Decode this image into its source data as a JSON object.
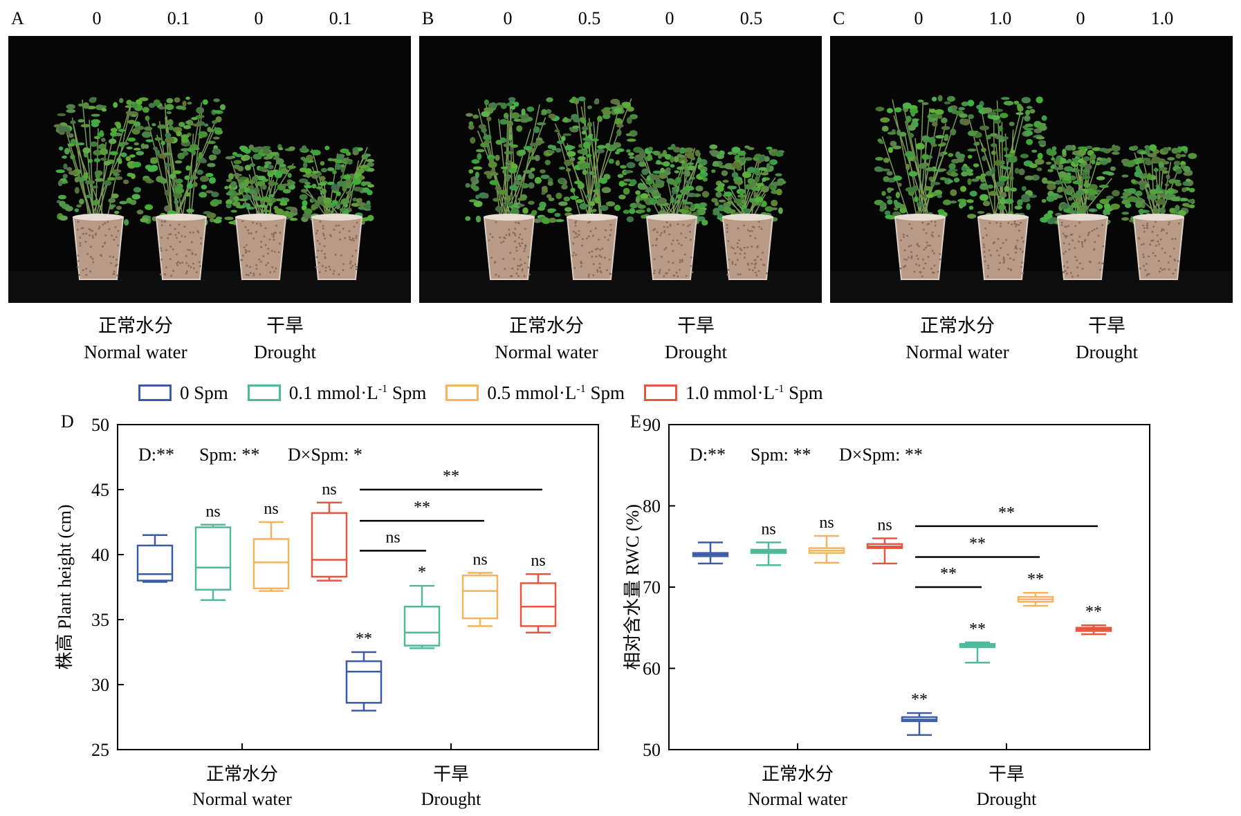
{
  "photos": {
    "panels": [
      {
        "letter": "A",
        "doses": [
          "0",
          "0.1",
          "0",
          "0.1"
        ]
      },
      {
        "letter": "B",
        "doses": [
          "0",
          "0.5",
          "0",
          "0.5"
        ]
      },
      {
        "letter": "C",
        "doses": [
          "0",
          "1.0",
          "0",
          "1.0"
        ]
      }
    ],
    "captions": {
      "normal_cn": "正常水分",
      "normal_en": "Normal water",
      "drought_cn": "干旱",
      "drought_en": "Drought"
    }
  },
  "legend": [
    {
      "label": "0  Spm",
      "color": "#3b5ba9"
    },
    {
      "label_pre": "0.1 mmol·L",
      "sup": "-1",
      "label_post": " Spm",
      "color": "#4fb99b"
    },
    {
      "label_pre": "0.5 mmol·L",
      "sup": "-1",
      "label_post": " Spm",
      "color": "#f6b35b"
    },
    {
      "label_pre": "1.0 mmol·L",
      "sup": "-1",
      "label_post": " Spm",
      "color": "#e8553f"
    }
  ],
  "chart_data": [
    {
      "panel": "D",
      "type": "box",
      "ylabel": "株高 Plant height (cm)",
      "ylim": [
        25,
        50
      ],
      "yticks": [
        25,
        30,
        35,
        40,
        45,
        50
      ],
      "groups": [
        {
          "cn": "正常水分",
          "en": "Normal water"
        },
        {
          "cn": "干旱",
          "en": "Drought"
        }
      ],
      "stats_text": [
        "D:**",
        "Spm:  **",
        "D×Spm:  *"
      ],
      "series": [
        {
          "group": 0,
          "treatment": 0,
          "min": 37.9,
          "q1": 38.0,
          "median": 38.5,
          "q3": 40.7,
          "max": 41.5,
          "label": ""
        },
        {
          "group": 0,
          "treatment": 1,
          "min": 36.5,
          "q1": 37.3,
          "median": 39.0,
          "q3": 42.1,
          "max": 42.3,
          "label": "ns"
        },
        {
          "group": 0,
          "treatment": 2,
          "min": 37.2,
          "q1": 37.4,
          "median": 39.4,
          "q3": 41.2,
          "max": 42.5,
          "label": "ns"
        },
        {
          "group": 0,
          "treatment": 3,
          "min": 38.0,
          "q1": 38.3,
          "median": 39.6,
          "q3": 43.2,
          "max": 44.0,
          "label": "ns"
        },
        {
          "group": 1,
          "treatment": 0,
          "min": 28.0,
          "q1": 28.6,
          "median": 31.0,
          "q3": 31.8,
          "max": 32.5,
          "label": "**"
        },
        {
          "group": 1,
          "treatment": 1,
          "min": 32.8,
          "q1": 33.0,
          "median": 34.0,
          "q3": 36.0,
          "max": 37.6,
          "label": "*"
        },
        {
          "group": 1,
          "treatment": 2,
          "min": 34.5,
          "q1": 35.1,
          "median": 37.2,
          "q3": 38.4,
          "max": 38.6,
          "label": "ns"
        },
        {
          "group": 1,
          "treatment": 3,
          "min": 34.0,
          "q1": 34.5,
          "median": 36.0,
          "q3": 37.8,
          "max": 38.5,
          "label": "ns"
        }
      ],
      "comparisons": [
        {
          "from": 0,
          "to": 1,
          "y": 40.3,
          "label": "ns"
        },
        {
          "from": 0,
          "to": 2,
          "y": 42.6,
          "label": "**"
        },
        {
          "from": 0,
          "to": 3,
          "y": 45.0,
          "label": "**"
        }
      ]
    },
    {
      "panel": "E",
      "type": "box",
      "ylabel": "相对含水量 RWC (%)",
      "ylim": [
        50,
        90
      ],
      "yticks": [
        50,
        60,
        70,
        80,
        90
      ],
      "groups": [
        {
          "cn": "正常水分",
          "en": "Normal water"
        },
        {
          "cn": "干旱",
          "en": "Drought"
        }
      ],
      "stats_text": [
        "D:**",
        "Spm:  **",
        "D×Spm:  **"
      ],
      "series": [
        {
          "group": 0,
          "treatment": 0,
          "min": 72.9,
          "q1": 73.8,
          "median": 74.0,
          "q3": 74.2,
          "max": 75.5,
          "label": ""
        },
        {
          "group": 0,
          "treatment": 1,
          "min": 72.7,
          "q1": 74.2,
          "median": 74.4,
          "q3": 74.6,
          "max": 75.5,
          "label": "ns"
        },
        {
          "group": 0,
          "treatment": 2,
          "min": 73.0,
          "q1": 74.2,
          "median": 74.5,
          "q3": 74.8,
          "max": 76.3,
          "label": "ns"
        },
        {
          "group": 0,
          "treatment": 3,
          "min": 72.9,
          "q1": 74.8,
          "median": 75.0,
          "q3": 75.3,
          "max": 76.0,
          "label": "ns"
        },
        {
          "group": 1,
          "treatment": 0,
          "min": 51.8,
          "q1": 53.5,
          "median": 53.7,
          "q3": 54.0,
          "max": 54.5,
          "label": "**"
        },
        {
          "group": 1,
          "treatment": 1,
          "min": 60.7,
          "q1": 62.6,
          "median": 62.8,
          "q3": 63.0,
          "max": 63.2,
          "label": "**"
        },
        {
          "group": 1,
          "treatment": 2,
          "min": 67.7,
          "q1": 68.2,
          "median": 68.5,
          "q3": 68.8,
          "max": 69.3,
          "label": "**"
        },
        {
          "group": 1,
          "treatment": 3,
          "min": 64.2,
          "q1": 64.6,
          "median": 64.8,
          "q3": 65.0,
          "max": 65.3,
          "label": "**"
        }
      ],
      "comparisons": [
        {
          "from": 0,
          "to": 1,
          "y": 70.0,
          "label": "**"
        },
        {
          "from": 0,
          "to": 2,
          "y": 73.7,
          "label": "**"
        },
        {
          "from": 0,
          "to": 3,
          "y": 77.5,
          "label": "**"
        }
      ]
    }
  ]
}
